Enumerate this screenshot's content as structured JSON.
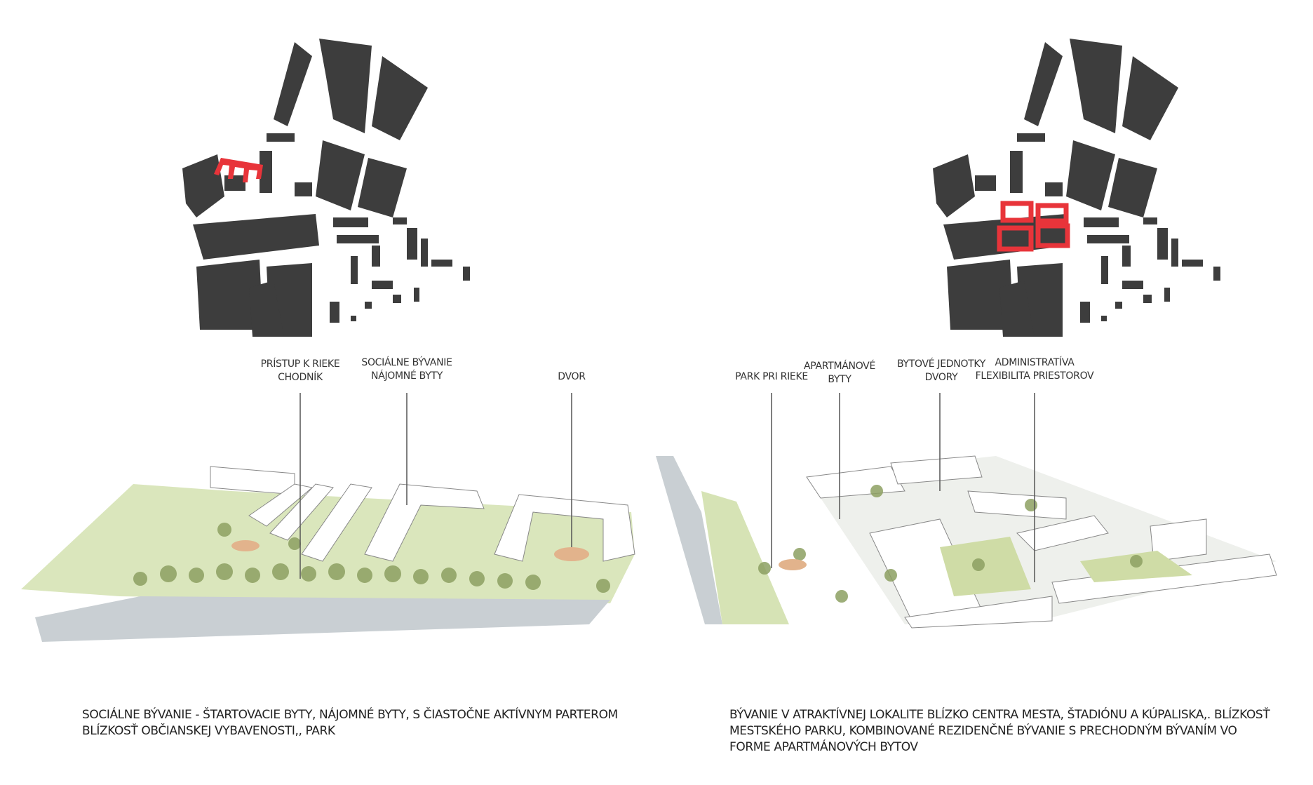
{
  "left_panel": {
    "labels": [
      {
        "line1": "PRÍSTUP K RIEKE",
        "line2": "CHODNÍK"
      },
      {
        "line1": "SOCIÁLNE BÝVANIE",
        "line2": "NÁJOMNÉ BYTY"
      },
      {
        "line1": "DVOR",
        "line2": ""
      }
    ],
    "description": [
      "SOCIÁLNE BÝVANIE - ŠTARTOVACIE BYTY, NÁJOMNÉ BYTY, S ČIASTOČNE AKTÍVNYM PARTEROM",
      "BLÍZKOSŤ OBČIANSKEJ VYBAVENOSTI,, PARK"
    ]
  },
  "right_panel": {
    "labels": [
      {
        "line1": "PARK PRI RIEKE",
        "line2": ""
      },
      {
        "line1": "APARTMÁNOVÉ",
        "line2": "BYTY"
      },
      {
        "line1": "BYTOVÉ JEDNOTKY",
        "line2": "DVORY"
      },
      {
        "line1": "ADMINISTRATÍVA",
        "line2": "FLEXIBILITA PRIESTOROV"
      }
    ],
    "description": [
      "BÝVANIE V ATRAKTÍVNEJ LOKALITE BLÍZKO CENTRA MESTA, ŠTADIÓNU A KÚPALISKA,. BLÍZKOSŤ",
      "MESTSKÉHO PARKU, KOMBINOVANÉ REZIDENČNÉ BÝVANIE S PRECHODNÝM BÝVANÍM VO",
      "FORME APARTMÁNOVÝCH BYTOV"
    ]
  },
  "colors": {
    "highlight": "#e8343a",
    "building": "#3a3a3a",
    "grass": "#c9d9a2",
    "river": "#c9cfd3"
  }
}
